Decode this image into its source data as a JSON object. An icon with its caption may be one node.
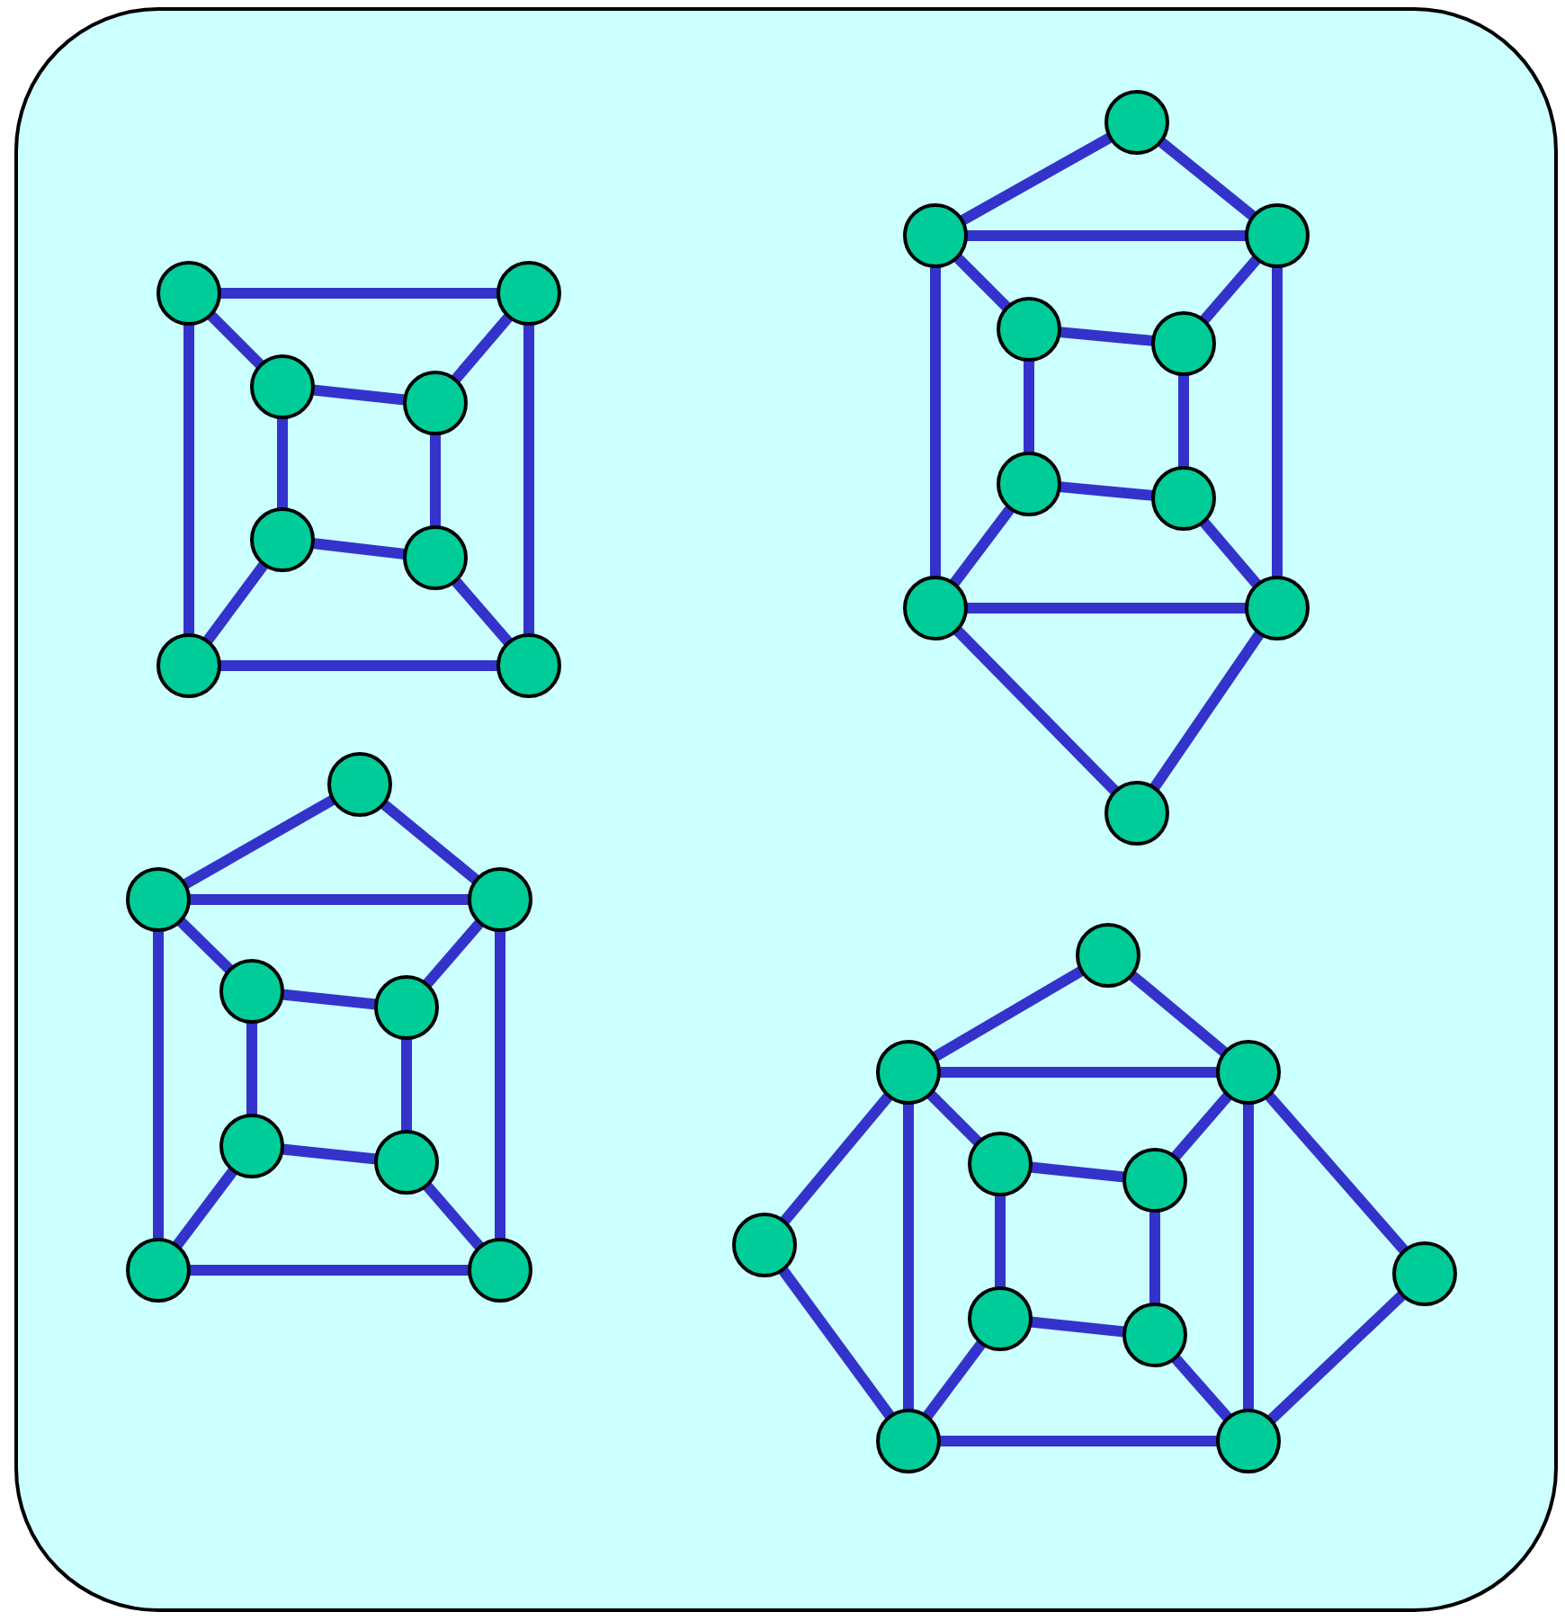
{
  "diagram": {
    "nodes": [
      {
        "text": [],
        "shape": "box"
      },
      {
        "text": [],
        "shape": "circle",
        "in": 0
      },
      {
        "text": [],
        "shape": "circle",
        "in": 0
      },
      {
        "text": [],
        "shape": "circle",
        "in": 0
      },
      {
        "text": [],
        "shape": "circle",
        "in": 0
      },
      {
        "text": [],
        "shape": "circle",
        "in": 0
      },
      {
        "text": [],
        "shape": "circle",
        "in": 0
      },
      {
        "text": [],
        "shape": "circle",
        "in": 0
      },
      {
        "text": [],
        "shape": "circle",
        "in": 0
      },
      {
        "text": [],
        "shape": "circle",
        "in": 0
      },
      {
        "text": [],
        "shape": "circle",
        "in": 0
      },
      {
        "text": [],
        "shape": "circle",
        "in": 0
      },
      {
        "text": [],
        "shape": "circle",
        "in": 0
      },
      {
        "text": [],
        "shape": "circle",
        "in": 0
      },
      {
        "text": [],
        "shape": "circle",
        "in": 0
      },
      {
        "text": [],
        "shape": "circle",
        "in": 0
      },
      {
        "text": [],
        "shape": "circle",
        "in": 0
      },
      {
        "text": [],
        "shape": "circle",
        "in": 0
      },
      {
        "text": [],
        "shape": "circle",
        "in": 0
      },
      {
        "text": [],
        "shape": "circle",
        "in": 0
      },
      {
        "text": [],
        "shape": "circle",
        "in": 0
      },
      {
        "text": [],
        "shape": "circle",
        "in": 0
      },
      {
        "text": [],
        "shape": "circle",
        "in": 0
      },
      {
        "text": [],
        "shape": "circle",
        "in": 0
      },
      {
        "text": [],
        "shape": "circle",
        "in": 0
      },
      {
        "text": [],
        "shape": "circle",
        "in": 0
      },
      {
        "text": [],
        "shape": "circle",
        "in": 0
      },
      {
        "text": [],
        "shape": "circle",
        "in": 0
      },
      {
        "text": [],
        "shape": "circle",
        "in": 0
      },
      {
        "text": [],
        "shape": "circle",
        "in": 0
      },
      {
        "text": [],
        "shape": "circle",
        "in": 0
      },
      {
        "text": [],
        "shape": "circle",
        "in": 0
      },
      {
        "text": [],
        "shape": "circle",
        "in": 0
      },
      {
        "text": [],
        "shape": "circle",
        "in": 0
      },
      {
        "text": [],
        "shape": "circle",
        "in": 0
      },
      {
        "text": [],
        "shape": "circle",
        "in": 0
      },
      {
        "text": [],
        "shape": "circle",
        "in": 0
      },
      {
        "text": [],
        "shape": "circle",
        "in": 0
      },
      {
        "text": [],
        "shape": "circle",
        "in": 0
      }
    ],
    "edges": [
      {
        "from": 1,
        "to": 2,
        "arrow": "none"
      },
      {
        "from": 2,
        "to": 8,
        "arrow": "none"
      },
      {
        "from": 8,
        "to": 7,
        "arrow": "none"
      },
      {
        "from": 7,
        "to": 1,
        "arrow": "none"
      },
      {
        "from": 3,
        "to": 4,
        "arrow": "none"
      },
      {
        "from": 4,
        "to": 6,
        "arrow": "none"
      },
      {
        "from": 6,
        "to": 5,
        "arrow": "none"
      },
      {
        "from": 5,
        "to": 3,
        "arrow": "none"
      },
      {
        "from": 1,
        "to": 3,
        "arrow": "none"
      },
      {
        "from": 2,
        "to": 4,
        "arrow": "none"
      },
      {
        "from": 7,
        "to": 5,
        "arrow": "none"
      },
      {
        "from": 8,
        "to": 6,
        "arrow": "none"
      },
      {
        "from": 9,
        "to": 10,
        "arrow": "none"
      },
      {
        "from": 9,
        "to": 11,
        "arrow": "none"
      },
      {
        "from": 10,
        "to": 11,
        "arrow": "none"
      },
      {
        "from": 11,
        "to": 17,
        "arrow": "none"
      },
      {
        "from": 17,
        "to": 16,
        "arrow": "none"
      },
      {
        "from": 16,
        "to": 10,
        "arrow": "none"
      },
      {
        "from": 12,
        "to": 13,
        "arrow": "none"
      },
      {
        "from": 13,
        "to": 15,
        "arrow": "none"
      },
      {
        "from": 15,
        "to": 14,
        "arrow": "none"
      },
      {
        "from": 14,
        "to": 12,
        "arrow": "none"
      },
      {
        "from": 10,
        "to": 12,
        "arrow": "none"
      },
      {
        "from": 11,
        "to": 13,
        "arrow": "none"
      },
      {
        "from": 16,
        "to": 14,
        "arrow": "none"
      },
      {
        "from": 17,
        "to": 15,
        "arrow": "none"
      },
      {
        "from": 16,
        "to": 18,
        "arrow": "none"
      },
      {
        "from": 17,
        "to": 18,
        "arrow": "none"
      },
      {
        "from": 19,
        "to": 20,
        "arrow": "none"
      },
      {
        "from": 19,
        "to": 21,
        "arrow": "none"
      },
      {
        "from": 20,
        "to": 21,
        "arrow": "none"
      },
      {
        "from": 21,
        "to": 27,
        "arrow": "none"
      },
      {
        "from": 27,
        "to": 26,
        "arrow": "none"
      },
      {
        "from": 26,
        "to": 20,
        "arrow": "none"
      },
      {
        "from": 22,
        "to": 23,
        "arrow": "none"
      },
      {
        "from": 23,
        "to": 25,
        "arrow": "none"
      },
      {
        "from": 25,
        "to": 24,
        "arrow": "none"
      },
      {
        "from": 24,
        "to": 22,
        "arrow": "none"
      },
      {
        "from": 20,
        "to": 22,
        "arrow": "none"
      },
      {
        "from": 21,
        "to": 23,
        "arrow": "none"
      },
      {
        "from": 26,
        "to": 24,
        "arrow": "none"
      },
      {
        "from": 27,
        "to": 25,
        "arrow": "none"
      },
      {
        "from": 28,
        "to": 29,
        "arrow": "none"
      },
      {
        "from": 28,
        "to": 30,
        "arrow": "none"
      },
      {
        "from": 29,
        "to": 30,
        "arrow": "none"
      },
      {
        "from": 30,
        "to": 38,
        "arrow": "none"
      },
      {
        "from": 38,
        "to": 37,
        "arrow": "none"
      },
      {
        "from": 37,
        "to": 29,
        "arrow": "none"
      },
      {
        "from": 31,
        "to": 32,
        "arrow": "none"
      },
      {
        "from": 32,
        "to": 36,
        "arrow": "none"
      },
      {
        "from": 36,
        "to": 35,
        "arrow": "none"
      },
      {
        "from": 35,
        "to": 31,
        "arrow": "none"
      },
      {
        "from": 29,
        "to": 31,
        "arrow": "none"
      },
      {
        "from": 30,
        "to": 32,
        "arrow": "none"
      },
      {
        "from": 37,
        "to": 35,
        "arrow": "none"
      },
      {
        "from": 38,
        "to": 36,
        "arrow": "none"
      },
      {
        "from": 29,
        "to": 33,
        "arrow": "none"
      },
      {
        "from": 33,
        "to": 37,
        "arrow": "none"
      },
      {
        "from": 30,
        "to": 34,
        "arrow": "none"
      },
      {
        "from": 34,
        "to": 38,
        "arrow": "none"
      }
    ]
  }
}
